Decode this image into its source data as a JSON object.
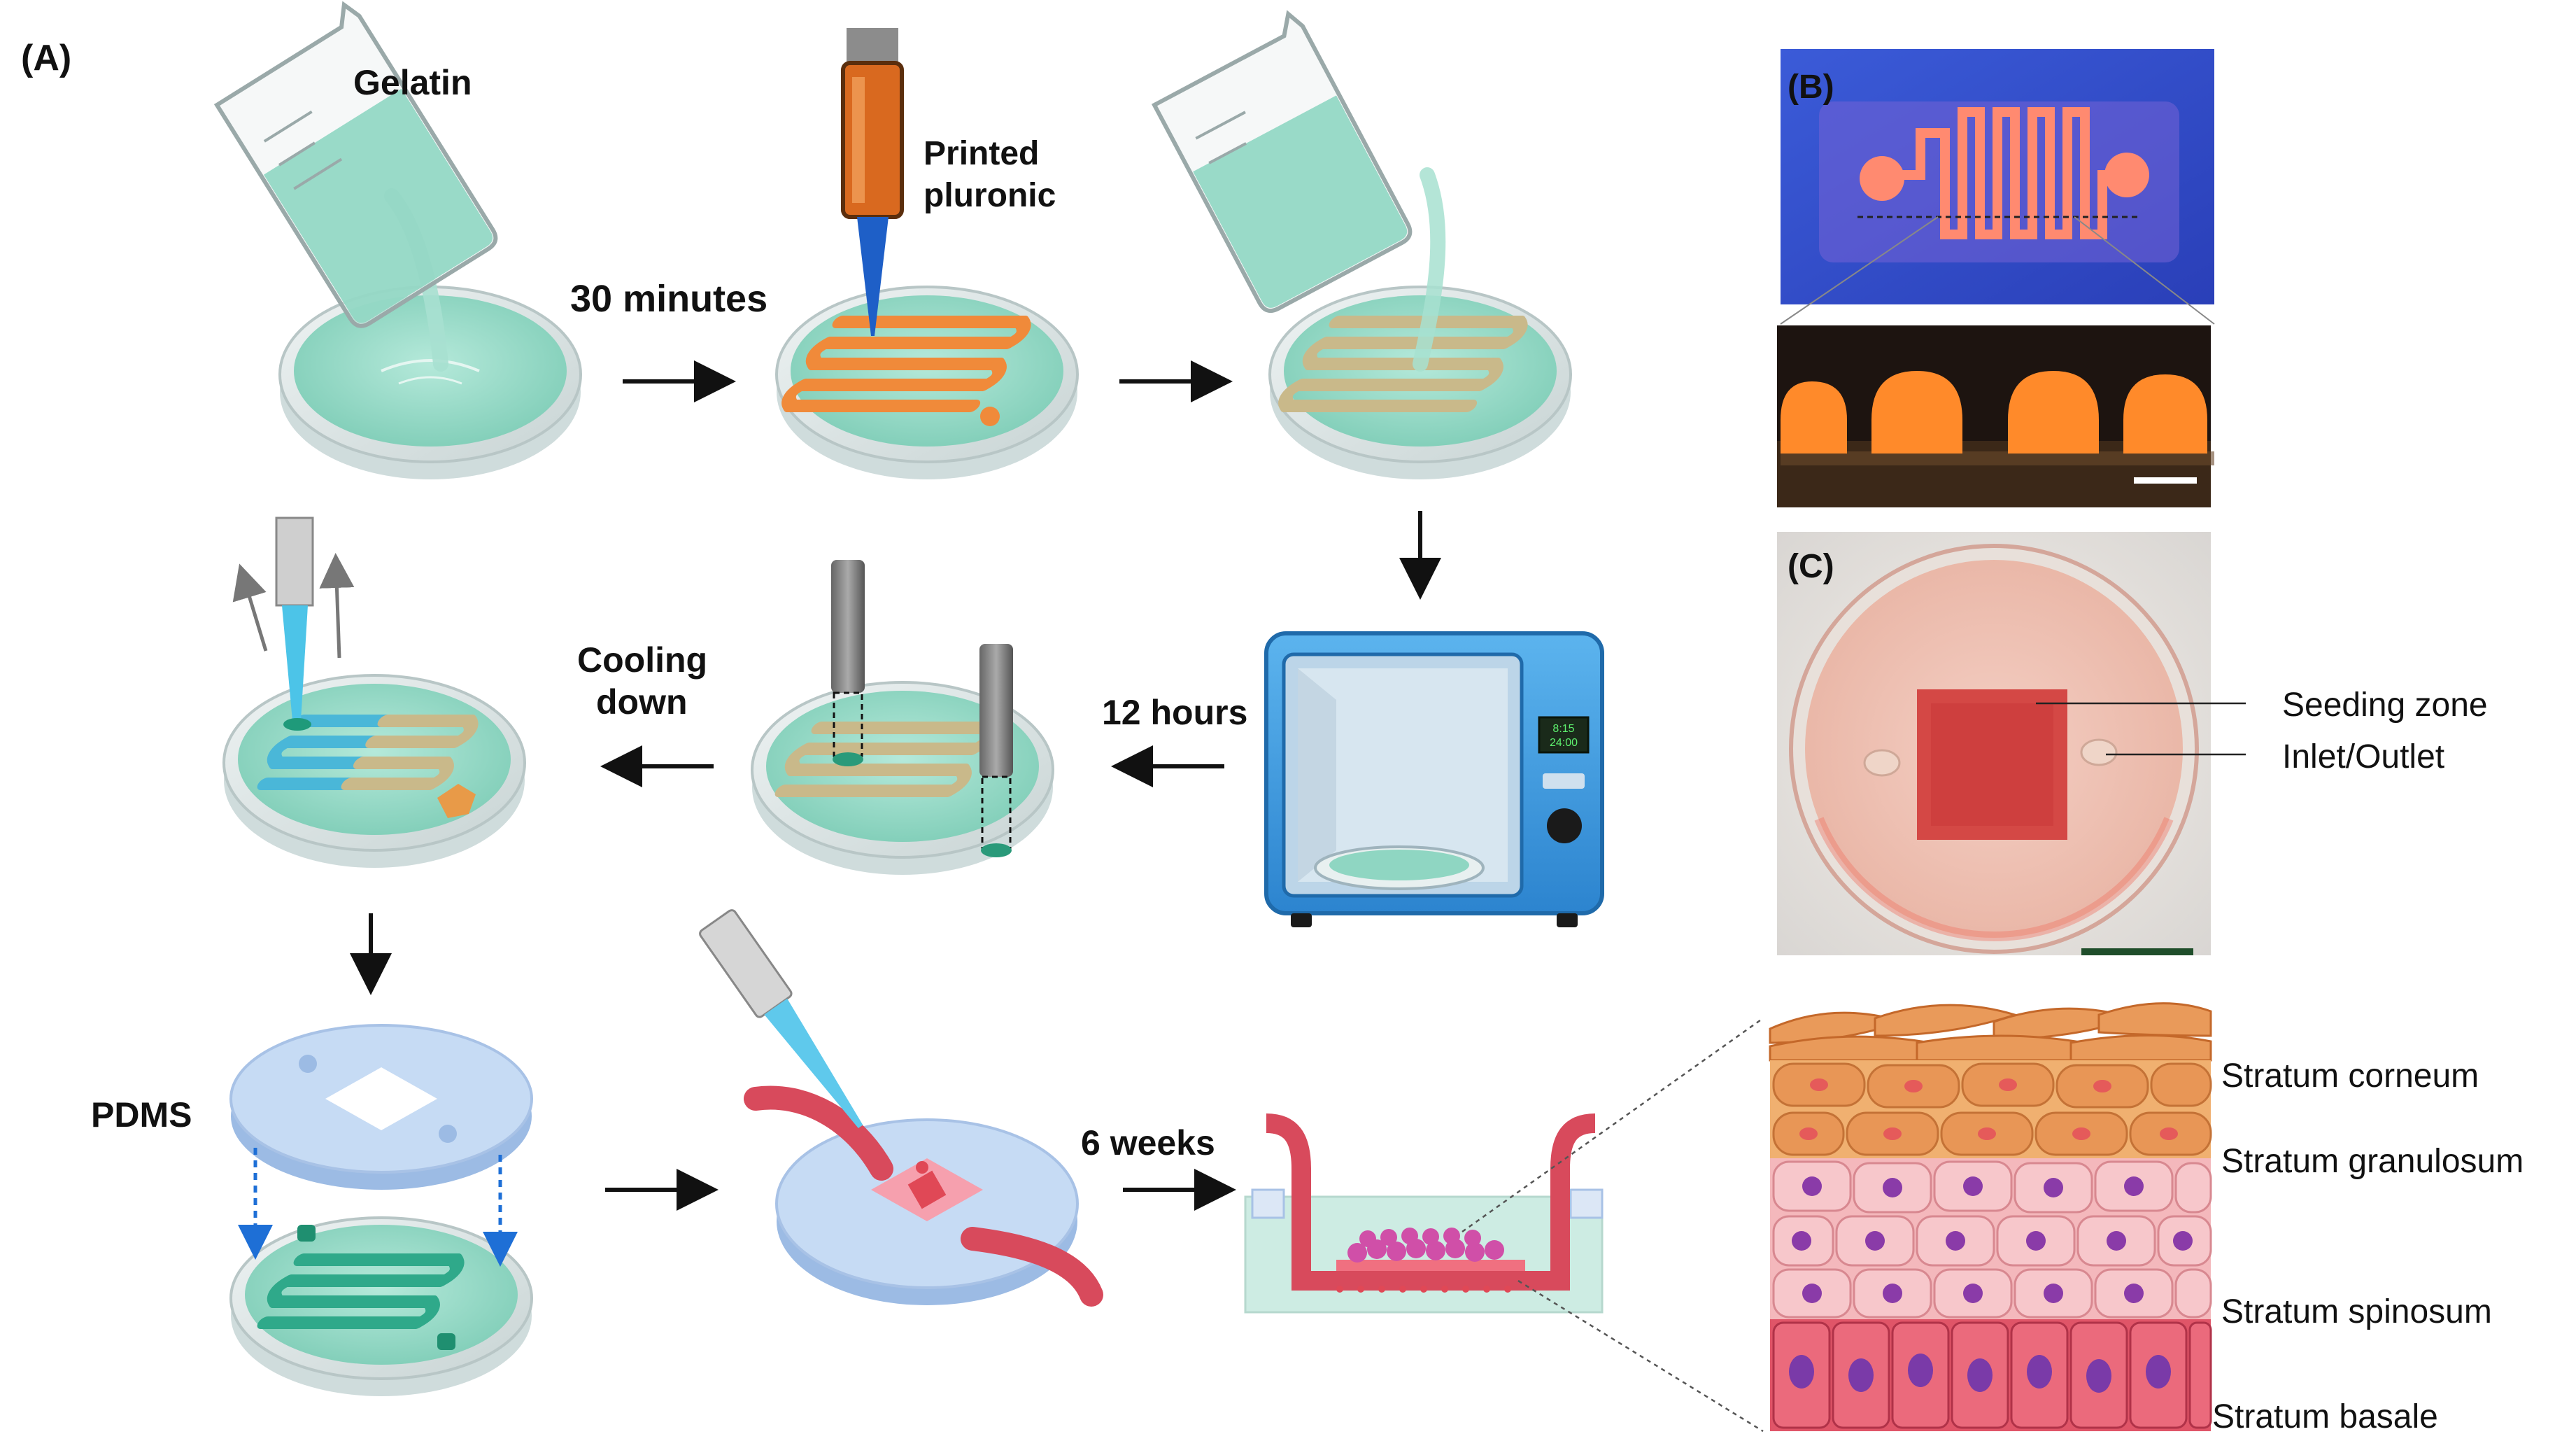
{
  "panels": {
    "a": "(A)",
    "b": "(B)",
    "c": "(C)"
  },
  "steps": {
    "gelatin": "Gelatin",
    "printed_line1": "Printed",
    "printed_line2": "pluronic",
    "thirty_min": "30 minutes",
    "twelve_hours": "12 hours",
    "cooling_line1": "Cooling",
    "cooling_line2": "down",
    "pdms": "PDMS",
    "six_weeks": "6 weeks"
  },
  "oven_display": {
    "line1": "8:15",
    "line2": "24:00"
  },
  "photo_c": {
    "seeding_zone": "Seeding zone",
    "inlet_outlet": "Inlet/Outlet"
  },
  "skin_layers": {
    "corneum": "Stratum corneum",
    "granulosum": "Stratum granulosum",
    "spinosum": "Stratum spinosum",
    "basale": "Stratum basale"
  },
  "colors": {
    "gel": "#8fd6c2",
    "pluronic": "#f08a3a",
    "channel_cast": "#c9b98a",
    "channel_cooled": "#4ab7d8",
    "oven_body": "#3a9be0",
    "tube": "#d84a5c",
    "scalebar_b": "#ffffff",
    "scalebar_c": "#1f4d2a"
  },
  "icons": [
    "beaker-icon",
    "petri-dish-icon",
    "nozzle-icon",
    "microwave-oven-icon",
    "pipette-icon",
    "arrow-icon"
  ]
}
